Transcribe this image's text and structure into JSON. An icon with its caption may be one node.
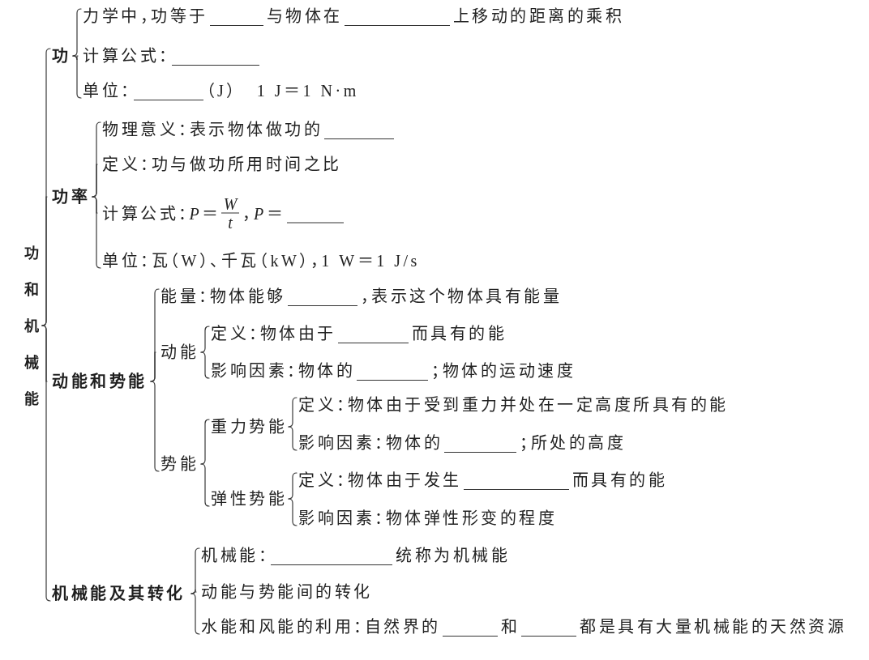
{
  "diagram": {
    "nodes": [
      {
        "text": [
          "功和机械能"
        ]
      },
      {
        "text": [
          "功"
        ]
      },
      {
        "text": [
          "力学中，功等于",
          "与物体在",
          "上移动的距离的乘积"
        ]
      },
      {
        "text": [
          "计算公式："
        ]
      },
      {
        "text": [
          "单位：",
          "（J）",
          "1 J＝1 N·m"
        ]
      },
      {
        "text": [
          "功率"
        ]
      },
      {
        "text": [
          "物理意义：表示物体做功的"
        ]
      },
      {
        "text": [
          "定义：功与做功所用时间之比"
        ]
      },
      {
        "text": [
          "计算公式：*P*＝",
          "W",
          "t",
          "，*P*＝"
        ]
      },
      {
        "text": [
          "单位：瓦（W）、千瓦（kW），1 W＝1 J/s"
        ]
      },
      {
        "text": [
          "动能和势能"
        ]
      },
      {
        "text": [
          "能量：物体能够",
          "，表示这个物体具有能量"
        ]
      },
      {
        "text": [
          "动能"
        ]
      },
      {
        "text": [
          "定义：物体由于",
          "而具有的能"
        ]
      },
      {
        "text": [
          "影响因素：物体的",
          "；物体的运动速度"
        ]
      },
      {
        "text": [
          "势能"
        ]
      },
      {
        "text": [
          "重力势能"
        ]
      },
      {
        "text": [
          "定义：物体由于受到重力并处在一定高度所具有的能"
        ]
      },
      {
        "text": [
          "影响因素：物体的",
          "；所处的高度"
        ]
      },
      {
        "text": [
          "弹性势能"
        ]
      },
      {
        "text": [
          "定义：物体由于发生",
          "而具有的能"
        ]
      },
      {
        "text": [
          "影响因素：物体弹性形变的程度"
        ]
      },
      {
        "text": [
          "机械能及其转化"
        ]
      },
      {
        "text": [
          "机械能：",
          "统称为机械能"
        ]
      },
      {
        "text": [
          "动能与势能间的转化"
        ]
      },
      {
        "text": [
          "水能和风能的利用：自然界的",
          "和",
          "都是具有大量机械能的天然资源"
        ]
      }
    ],
    "edges": [
      {
        "from": 0,
        "to": 1,
        "arrow": "none"
      },
      {
        "from": 0,
        "to": 5,
        "arrow": "none"
      },
      {
        "from": 0,
        "to": 10,
        "arrow": "none"
      },
      {
        "from": 0,
        "to": 22,
        "arrow": "none"
      },
      {
        "from": 1,
        "to": 2,
        "arrow": "none"
      },
      {
        "from": 1,
        "to": 3,
        "arrow": "none"
      },
      {
        "from": 1,
        "to": 4,
        "arrow": "none"
      },
      {
        "from": 5,
        "to": 6,
        "arrow": "none"
      },
      {
        "from": 5,
        "to": 7,
        "arrow": "none"
      },
      {
        "from": 5,
        "to": 8,
        "arrow": "none"
      },
      {
        "from": 5,
        "to": 9,
        "arrow": "none"
      },
      {
        "from": 10,
        "to": 11,
        "arrow": "none"
      },
      {
        "from": 10,
        "to": 12,
        "arrow": "none"
      },
      {
        "from": 10,
        "to": 15,
        "arrow": "none"
      },
      {
        "from": 12,
        "to": 13,
        "arrow": "none"
      },
      {
        "from": 12,
        "to": 14,
        "arrow": "none"
      },
      {
        "from": 15,
        "to": 16,
        "arrow": "none"
      },
      {
        "from": 15,
        "to": 19,
        "arrow": "none"
      },
      {
        "from": 16,
        "to": 17,
        "arrow": "none"
      },
      {
        "from": 16,
        "to": 18,
        "arrow": "none"
      },
      {
        "from": 19,
        "to": 20,
        "arrow": "none"
      },
      {
        "from": 19,
        "to": 21,
        "arrow": "none"
      },
      {
        "from": 22,
        "to": 23,
        "arrow": "none"
      },
      {
        "from": 22,
        "to": 24,
        "arrow": "none"
      },
      {
        "from": 22,
        "to": 25,
        "arrow": "none"
      }
    ]
  }
}
